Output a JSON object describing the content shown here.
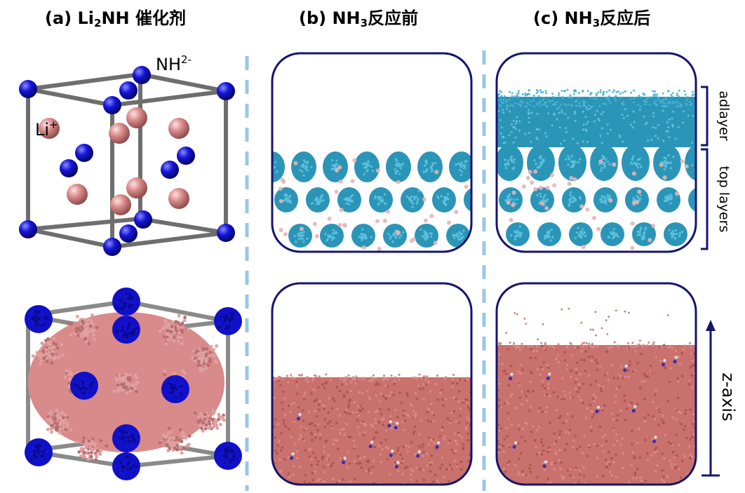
{
  "panels": {
    "a": {
      "title_prefix": "(a) Li",
      "title_sub": "2",
      "title_suffix": "NH 催化剂"
    },
    "b": {
      "title_prefix": "(b) NH",
      "title_sub": "3",
      "title_suffix": "反应前"
    },
    "c": {
      "title_prefix": "(c) NH",
      "title_sub": "3",
      "title_suffix": "反应后"
    }
  },
  "labels": {
    "nh_base": "NH",
    "nh_charge": "2-",
    "li_base": "Li",
    "li_charge": "+",
    "adlayer": "adlayer",
    "top_layers": "top layers",
    "z_axis": "z-axis"
  },
  "colors": {
    "nitrogen_blue": "#1010c8",
    "lithium_pink": "#d98a8a",
    "hydrogen_cyan": "#2f9dbf",
    "frame_navy": "#141470",
    "separator": "#9cc6e6",
    "bond_gray": "#777777"
  }
}
